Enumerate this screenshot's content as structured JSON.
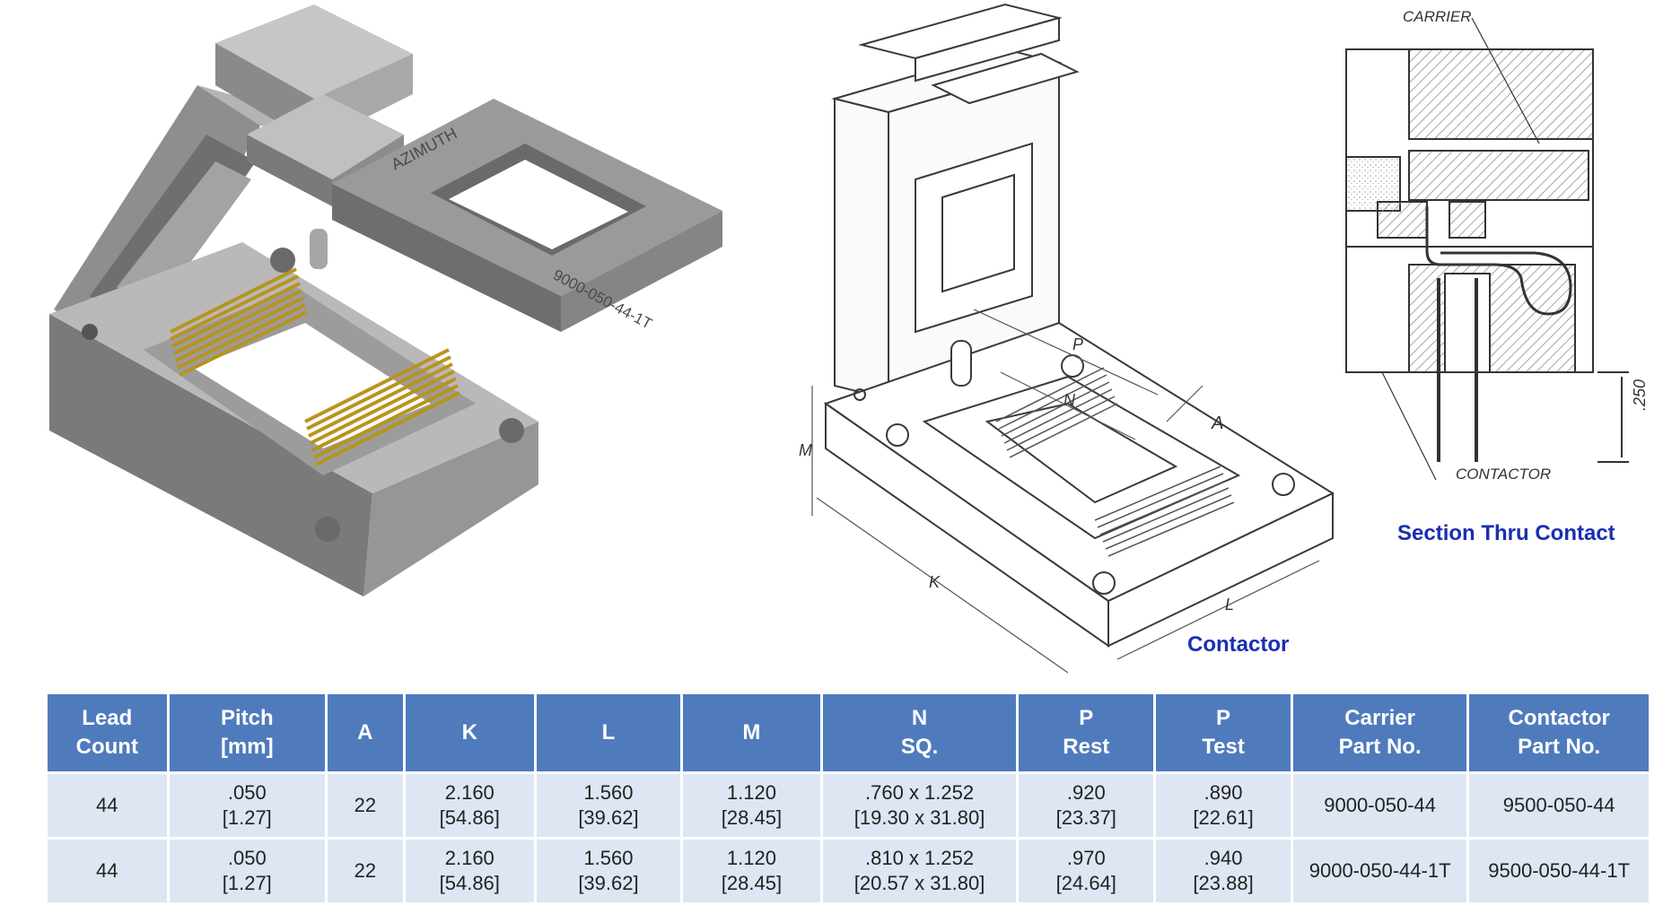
{
  "socket_model": {
    "carrier_engraving_brand": "AZIMUTH",
    "carrier_engraving_part": "9000-050-44-1T"
  },
  "contactor_figure": {
    "caption": "Contactor",
    "dim_labels": {
      "p": "P",
      "n": "N",
      "a": "A",
      "m": "M",
      "k": "K",
      "l": "L"
    }
  },
  "section_figure": {
    "caption": "Section Thru Contact",
    "carrier_label": "CARRIER",
    "contactor_label": "CONTACTOR",
    "dim_label": ".250"
  },
  "spec_table": {
    "headers": [
      [
        "Lead",
        "Count"
      ],
      [
        "Pitch",
        "[mm]"
      ],
      [
        "A",
        ""
      ],
      [
        "K",
        ""
      ],
      [
        "L",
        ""
      ],
      [
        "M",
        ""
      ],
      [
        "N",
        "SQ."
      ],
      [
        "P",
        "Rest"
      ],
      [
        "P",
        "Test"
      ],
      [
        "Carrier",
        "Part No."
      ],
      [
        "Contactor",
        "Part No."
      ]
    ],
    "rows": [
      [
        [
          "44",
          ""
        ],
        [
          ".050",
          "[1.27]"
        ],
        [
          "22",
          ""
        ],
        [
          "2.160",
          "[54.86]"
        ],
        [
          "1.560",
          "[39.62]"
        ],
        [
          "1.120",
          "[28.45]"
        ],
        [
          ".760 x 1.252",
          "[19.30 x 31.80]"
        ],
        [
          ".920",
          "[23.37]"
        ],
        [
          ".890",
          "[22.61]"
        ],
        [
          "9000-050-44",
          ""
        ],
        [
          "9500-050-44",
          ""
        ]
      ],
      [
        [
          "44",
          ""
        ],
        [
          ".050",
          "[1.27]"
        ],
        [
          "22",
          ""
        ],
        [
          "2.160",
          "[54.86]"
        ],
        [
          "1.560",
          "[39.62]"
        ],
        [
          "1.120",
          "[28.45]"
        ],
        [
          ".810 x 1.252",
          "[20.57 x  31.80]"
        ],
        [
          ".970",
          "[24.64]"
        ],
        [
          ".940",
          "[23.88]"
        ],
        [
          "9000-050-44-1T",
          ""
        ],
        [
          "9500-050-44-1T",
          ""
        ]
      ]
    ]
  }
}
